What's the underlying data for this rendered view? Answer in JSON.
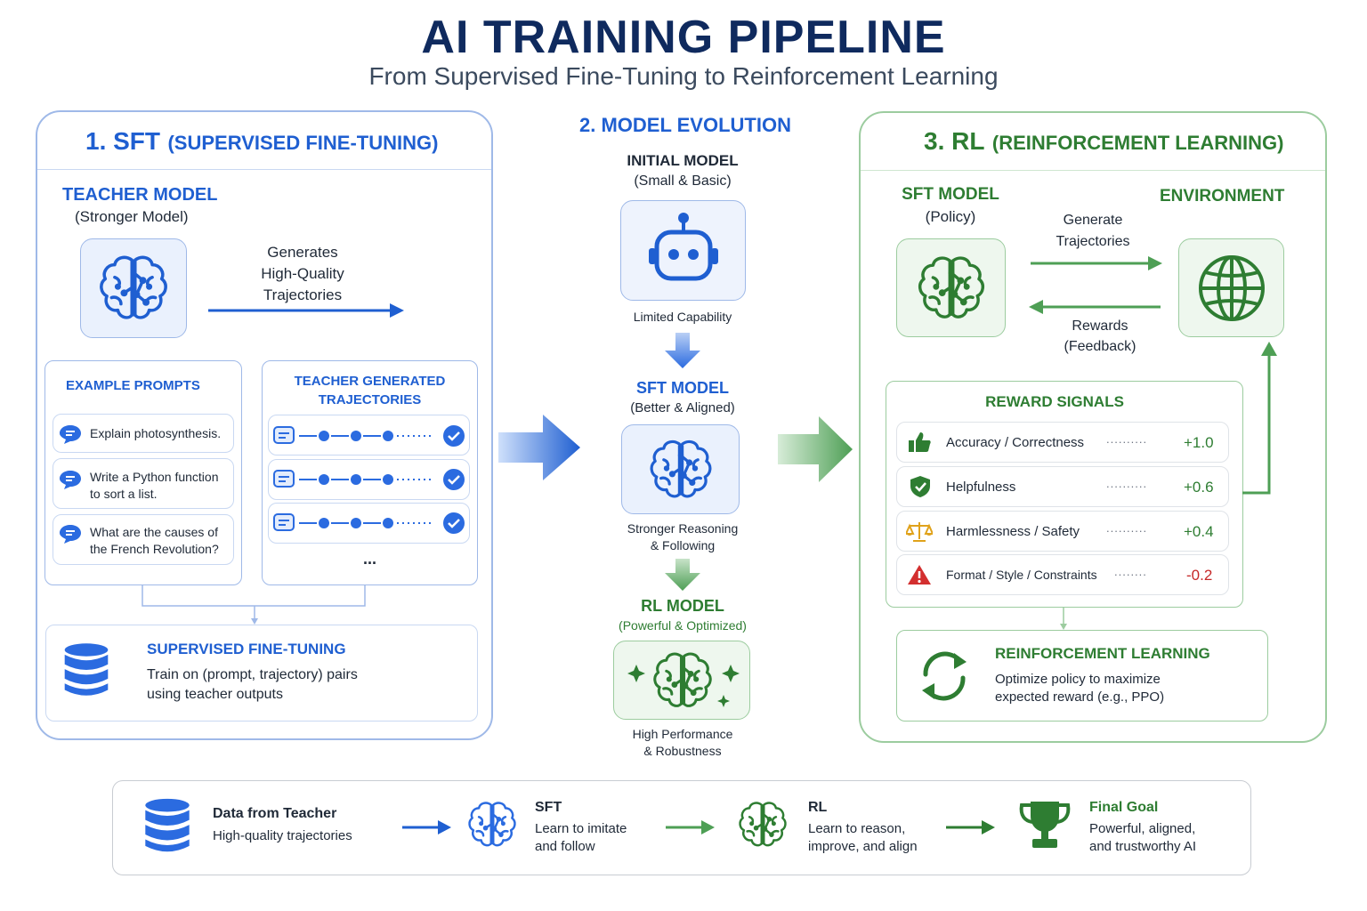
{
  "header": {
    "title": "AI TRAINING PIPELINE",
    "subtitle": "From Supervised Fine-Tuning to Reinforcement Learning"
  },
  "sft_panel": {
    "number": "1. SFT",
    "title_suffix": "(SUPERVISED FINE-TUNING)",
    "teacher_title": "TEACHER MODEL",
    "teacher_sub": "(Stronger Model)",
    "generates_line1": "Generates",
    "generates_line2": "High-Quality",
    "generates_line3": "Trajectories",
    "prompts_title": "EXAMPLE PROMPTS",
    "prompts": [
      {
        "line1": "Explain photosynthesis.",
        "line2": ""
      },
      {
        "line1": "Write a Python function",
        "line2": "to sort a list."
      },
      {
        "line1": "What are the causes of",
        "line2": "the French Revolution?"
      }
    ],
    "traj_title_line1": "TEACHER GENERATED",
    "traj_title_line2": "TRAJECTORIES",
    "traj_more": "...",
    "sft_box_title": "SUPERVISED FINE-TUNING",
    "sft_box_line1": "Train on (prompt, trajectory) pairs",
    "sft_box_line2": "using teacher outputs"
  },
  "evolution": {
    "title": "2. MODEL EVOLUTION",
    "initial_title": "INITIAL MODEL",
    "initial_sub": "(Small & Basic)",
    "initial_caption": "Limited Capability",
    "sft_title": "SFT MODEL",
    "sft_sub": "(Better & Aligned)",
    "sft_caption_line1": "Stronger Reasoning",
    "sft_caption_line2": "& Following",
    "rl_title": "RL MODEL",
    "rl_sub": "(Powerful & Optimized)",
    "rl_caption_line1": "High Performance",
    "rl_caption_line2": "& Robustness"
  },
  "rl_panel": {
    "number": "3. RL",
    "title_suffix": "(REINFORCEMENT LEARNING)",
    "policy_title": "SFT MODEL",
    "policy_sub": "(Policy)",
    "env_title": "ENVIRONMENT",
    "generate_line1": "Generate",
    "generate_line2": "Trajectories",
    "rewards_line1": "Rewards",
    "rewards_line2": "(Feedback)",
    "signals_title": "REWARD SIGNALS",
    "signals": [
      {
        "label": "Accuracy / Correctness",
        "dots": "..........",
        "value": "+1.0"
      },
      {
        "label": "Helpfulness",
        "dots": "..........",
        "value": "+0.6"
      },
      {
        "label": "Harmlessness / Safety",
        "dots": "..........",
        "value": "+0.4"
      },
      {
        "label": "Format / Style / Constraints",
        "dots": "........",
        "value": "-0.2"
      }
    ],
    "rl_box_title": "REINFORCEMENT LEARNING",
    "rl_box_line1": "Optimize policy to maximize",
    "rl_box_line2": "expected reward (e.g., PPO)"
  },
  "summary": {
    "items": [
      {
        "title": "Data from Teacher",
        "line1": "High-quality trajectories",
        "line2": ""
      },
      {
        "title": "SFT",
        "line1": "Learn to imitate",
        "line2": "and follow"
      },
      {
        "title": "RL",
        "line1": "Learn to reason,",
        "line2": "improve, and align"
      },
      {
        "title": "Final Goal",
        "line1": "Powerful, aligned,",
        "line2": "and trustworthy AI"
      }
    ]
  },
  "colors": {
    "blue": "#1f5fd1",
    "green": "#2e7d32",
    "navy": "#0f2a5e",
    "negative": "#c62828"
  }
}
